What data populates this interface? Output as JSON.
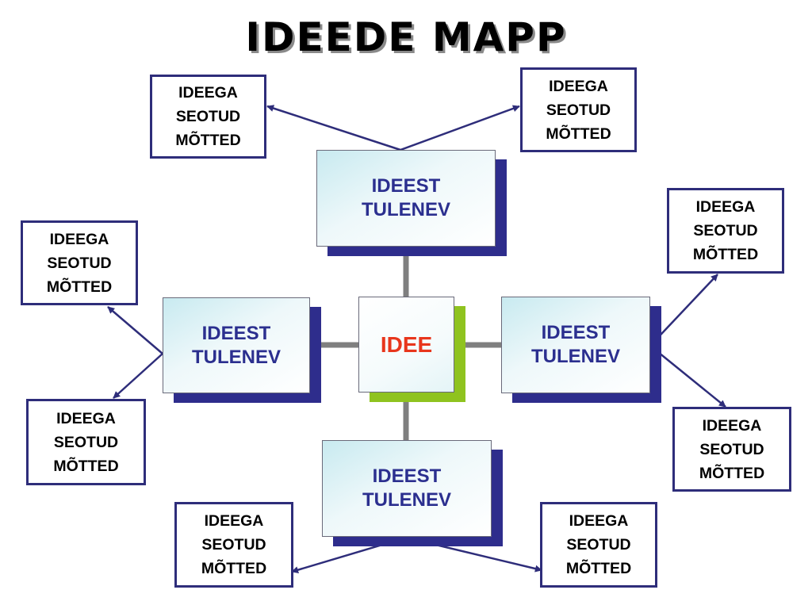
{
  "title": "IDEEDE MAPP",
  "center_label": "IDEE",
  "derived_label": "IDEEST\nTULENEV",
  "related_label": "IDEEGA\nSEOTUD\nMÕTTED",
  "colors": {
    "connector_arrow": "#2e2d7a",
    "connector_grey": "#7f7f7f",
    "center_text": "#e8361c",
    "derived_text": "#2b2f8f",
    "derived_shadow": "#2e2d8c",
    "center_shadow": "#8fc31f"
  }
}
